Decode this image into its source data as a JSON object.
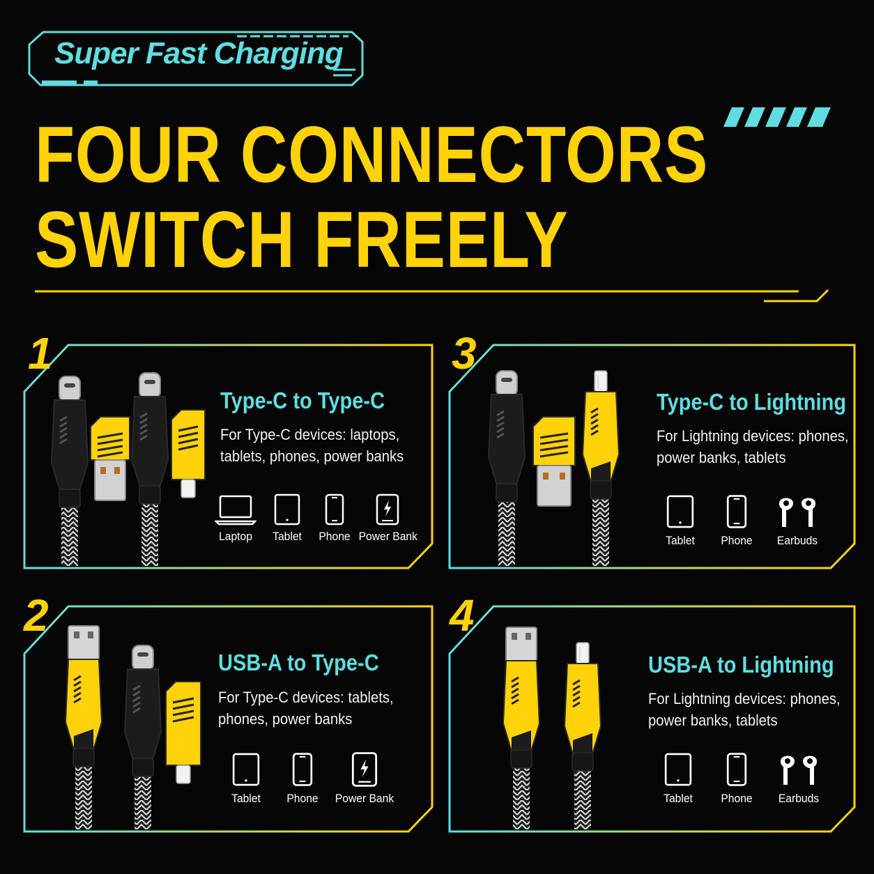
{
  "badge": {
    "label": "Super Fast Charging"
  },
  "headline": {
    "line1": "FOUR CONNECTORS",
    "line2": "SWITCH FREELY"
  },
  "colors": {
    "accent_yellow": "#ffd20a",
    "accent_cyan": "#5fdde0",
    "background": "#060606"
  },
  "panels": [
    {
      "number": "1",
      "title": "Type-C to Type-C",
      "desc_line1": "For Type-C devices: laptops,",
      "desc_line2": "tablets, phones, power banks",
      "devices": [
        {
          "label": "Laptop",
          "icon": "laptop-icon"
        },
        {
          "label": "Tablet",
          "icon": "tablet-icon"
        },
        {
          "label": "Phone",
          "icon": "phone-icon"
        },
        {
          "label": "Power Bank",
          "icon": "power-bank-icon"
        }
      ]
    },
    {
      "number": "2",
      "title": "USB-A to Type-C",
      "desc_line1": "For Type-C devices: tablets,",
      "desc_line2": "phones, power banks",
      "devices": [
        {
          "label": "Tablet",
          "icon": "tablet-icon"
        },
        {
          "label": "Phone",
          "icon": "phone-icon"
        },
        {
          "label": "Power Bank",
          "icon": "power-bank-icon"
        }
      ]
    },
    {
      "number": "3",
      "title": "Type-C to Lightning",
      "desc_line1": "For Lightning devices: phones,",
      "desc_line2": "power banks, tablets",
      "devices": [
        {
          "label": "Tablet",
          "icon": "tablet-icon"
        },
        {
          "label": "Phone",
          "icon": "phone-icon"
        },
        {
          "label": "Earbuds",
          "icon": "earbuds-icon"
        }
      ]
    },
    {
      "number": "4",
      "title": "USB-A to Lightning",
      "desc_line1": "For Lightning devices: phones,",
      "desc_line2": "power banks, tablets",
      "devices": [
        {
          "label": "Tablet",
          "icon": "tablet-icon"
        },
        {
          "label": "Phone",
          "icon": "phone-icon"
        },
        {
          "label": "Earbuds",
          "icon": "earbuds-icon"
        }
      ]
    }
  ]
}
